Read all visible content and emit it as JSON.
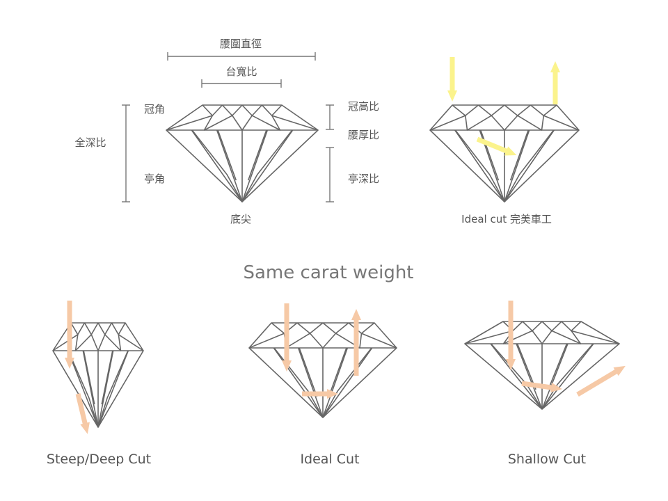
{
  "anatomy_labels": {
    "girdle_diameter": "腰圍直徑",
    "table_ratio": "台寬比",
    "crown_angle": "冠角",
    "total_depth": "全深比",
    "pavilion_angle": "亭角",
    "culet": "底尖",
    "crown_height": "冠高比",
    "girdle_thickness": "腰厚比",
    "pavilion_depth": "亭深比"
  },
  "ideal_caption": "Ideal cut  完美車工",
  "section_title": "Same carat weight",
  "cut_captions": {
    "deep": "Steep/Deep Cut",
    "ideal": "Ideal Cut",
    "shallow": "Shallow Cut"
  },
  "colors": {
    "outline": "#666666",
    "dimension_line": "#777777",
    "ideal_arrow": "#fbf38c",
    "light_arrow": "#f6c9a6"
  }
}
